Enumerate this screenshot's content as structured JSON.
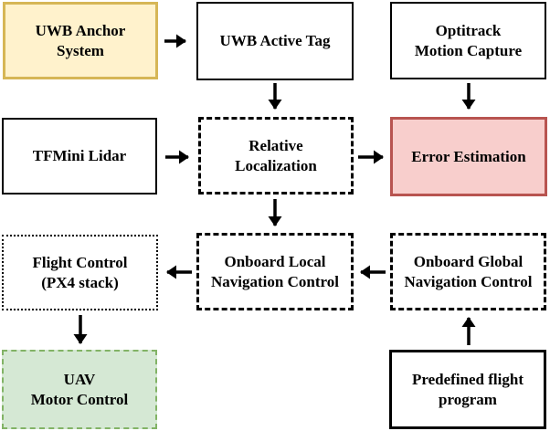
{
  "boxes": {
    "uwb_anchor_system": {
      "line1": "UWB Anchor",
      "line2": "System",
      "fill": "#fff2cc",
      "border_color": "#d6b656",
      "border_style": "solid"
    },
    "uwb_active_tag": {
      "line1": "UWB Active Tag",
      "line2": "",
      "fill": "#ffffff",
      "border_color": "#000000",
      "border_style": "solid"
    },
    "optitrack_motion_capture": {
      "line1": "Optitrack",
      "line2": "Motion Capture",
      "fill": "#ffffff",
      "border_color": "#000000",
      "border_style": "solid"
    },
    "tfmini_lidar": {
      "line1": "TFMini Lidar",
      "line2": "",
      "fill": "#ffffff",
      "border_color": "#000000",
      "border_style": "solid"
    },
    "relative_localization": {
      "line1": "Relative",
      "line2": "Localization",
      "fill": "#ffffff",
      "border_color": "#000000",
      "border_style": "dashed"
    },
    "error_estimation": {
      "line1": "Error Estimation",
      "line2": "",
      "fill": "#f8cecc",
      "border_color": "#b85450",
      "border_style": "solid"
    },
    "flight_control": {
      "line1": "Flight Control",
      "line2": "(PX4 stack)",
      "fill": "#ffffff",
      "border_color": "#000000",
      "border_style": "dotted"
    },
    "onboard_local": {
      "line1": "Onboard Local",
      "line2": "Navigation Control",
      "fill": "#ffffff",
      "border_color": "#000000",
      "border_style": "dashed"
    },
    "onboard_global": {
      "line1": "Onboard Global",
      "line2": "Navigation Control",
      "fill": "#ffffff",
      "border_color": "#000000",
      "border_style": "dashed"
    },
    "uav_motor_control": {
      "line1": "UAV",
      "line2": "Motor Control",
      "fill": "#d5e8d4",
      "border_color": "#82b366",
      "border_style": "dashed"
    },
    "predefined_flight_program": {
      "line1": "Predefined flight",
      "line2": "program",
      "fill": "#ffffff",
      "border_color": "#000000",
      "border_style": "solid"
    }
  },
  "edges": [
    {
      "from": "uwb_anchor_system",
      "to": "uwb_active_tag",
      "direction": "right"
    },
    {
      "from": "uwb_active_tag",
      "to": "relative_localization",
      "direction": "down"
    },
    {
      "from": "optitrack_motion_capture",
      "to": "error_estimation",
      "direction": "down"
    },
    {
      "from": "tfmini_lidar",
      "to": "relative_localization",
      "direction": "right"
    },
    {
      "from": "relative_localization",
      "to": "error_estimation",
      "direction": "right"
    },
    {
      "from": "relative_localization",
      "to": "onboard_local",
      "direction": "down"
    },
    {
      "from": "onboard_global",
      "to": "onboard_local",
      "direction": "left"
    },
    {
      "from": "onboard_local",
      "to": "flight_control",
      "direction": "left"
    },
    {
      "from": "flight_control",
      "to": "uav_motor_control",
      "direction": "down"
    },
    {
      "from": "predefined_flight_program",
      "to": "onboard_global",
      "direction": "up"
    }
  ],
  "colors": {
    "line": "#000000",
    "yellow_fill": "#fff2cc",
    "yellow_border": "#d6b656",
    "red_fill": "#f8cecc",
    "red_border": "#b85450",
    "green_fill": "#d5e8d4",
    "green_border": "#82b366"
  }
}
